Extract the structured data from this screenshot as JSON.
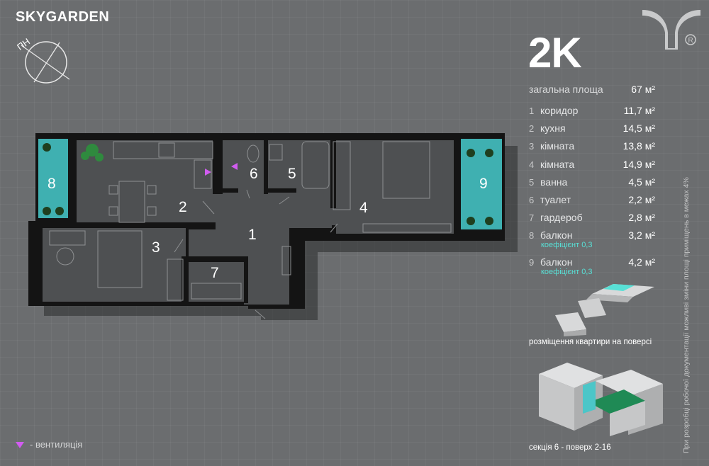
{
  "brand": "SKYGARDEN",
  "compass": {
    "label": "ПН"
  },
  "logo": {
    "mark": "registered"
  },
  "apartment": {
    "type": "2K",
    "total_label": "загальна площа",
    "total_area": "67 м²"
  },
  "rooms": [
    {
      "num": "1",
      "name": "коридор",
      "area": "11,7 м²"
    },
    {
      "num": "2",
      "name": "кухня",
      "area": "14,5 м²"
    },
    {
      "num": "3",
      "name": "кімната",
      "area": "13,8 м²"
    },
    {
      "num": "4",
      "name": "кімната",
      "area": "14,9 м²"
    },
    {
      "num": "5",
      "name": "ванна",
      "area": "4,5 м²"
    },
    {
      "num": "6",
      "name": "туалет",
      "area": "2,2 м²"
    },
    {
      "num": "7",
      "name": "гардероб",
      "area": "2,8 м²"
    },
    {
      "num": "8",
      "name": "балкон",
      "area": "3,2 м²",
      "coefficient": "коефіцієнт 0,3"
    },
    {
      "num": "9",
      "name": "балкон",
      "area": "4,2 м²",
      "coefficient": "коефіцієнт 0,3"
    }
  ],
  "floor_position_caption": "розміщення квартири на поверсі",
  "section_caption": "секція 6 - поверх 2-16",
  "disclaimer": "При розробці робочої документації можливі зміни площі приміщень в межах 4%",
  "legend": {
    "ventilation": "- вентиляція"
  },
  "plan_labels": [
    "1",
    "2",
    "3",
    "4",
    "5",
    "6",
    "7",
    "8",
    "9"
  ],
  "colors": {
    "background": "#6b6d6f",
    "floor": "#4e5052",
    "wall": "#141414",
    "balcony": "#3fb0b1",
    "accent": "#58e0d6",
    "ventilation": "#d15cf0",
    "greenery": "#1f8a55"
  }
}
